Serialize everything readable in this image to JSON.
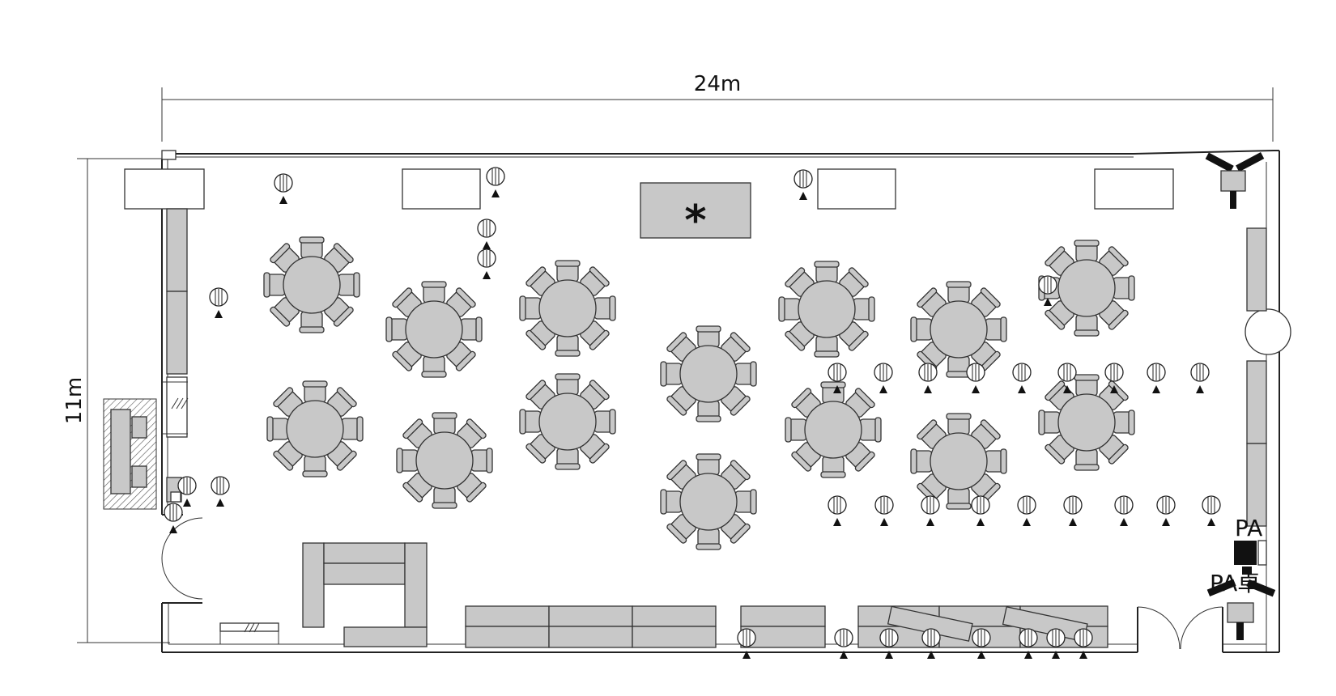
{
  "dimensions": {
    "width_label": "24m",
    "height_label": "11m"
  },
  "labels": {
    "stage_mark": "*",
    "pa_label_1": "PA",
    "pa_label_2": "PA卓"
  },
  "colors": {
    "furniture_fill": "#c8c8c8",
    "line": "#222222",
    "background": "#ffffff"
  },
  "icons": {
    "round_table": "round-table-icon",
    "chair": "chair-icon",
    "light_stand": "light-stand-icon",
    "speaker": "speaker-icon",
    "door": "door-icon"
  }
}
